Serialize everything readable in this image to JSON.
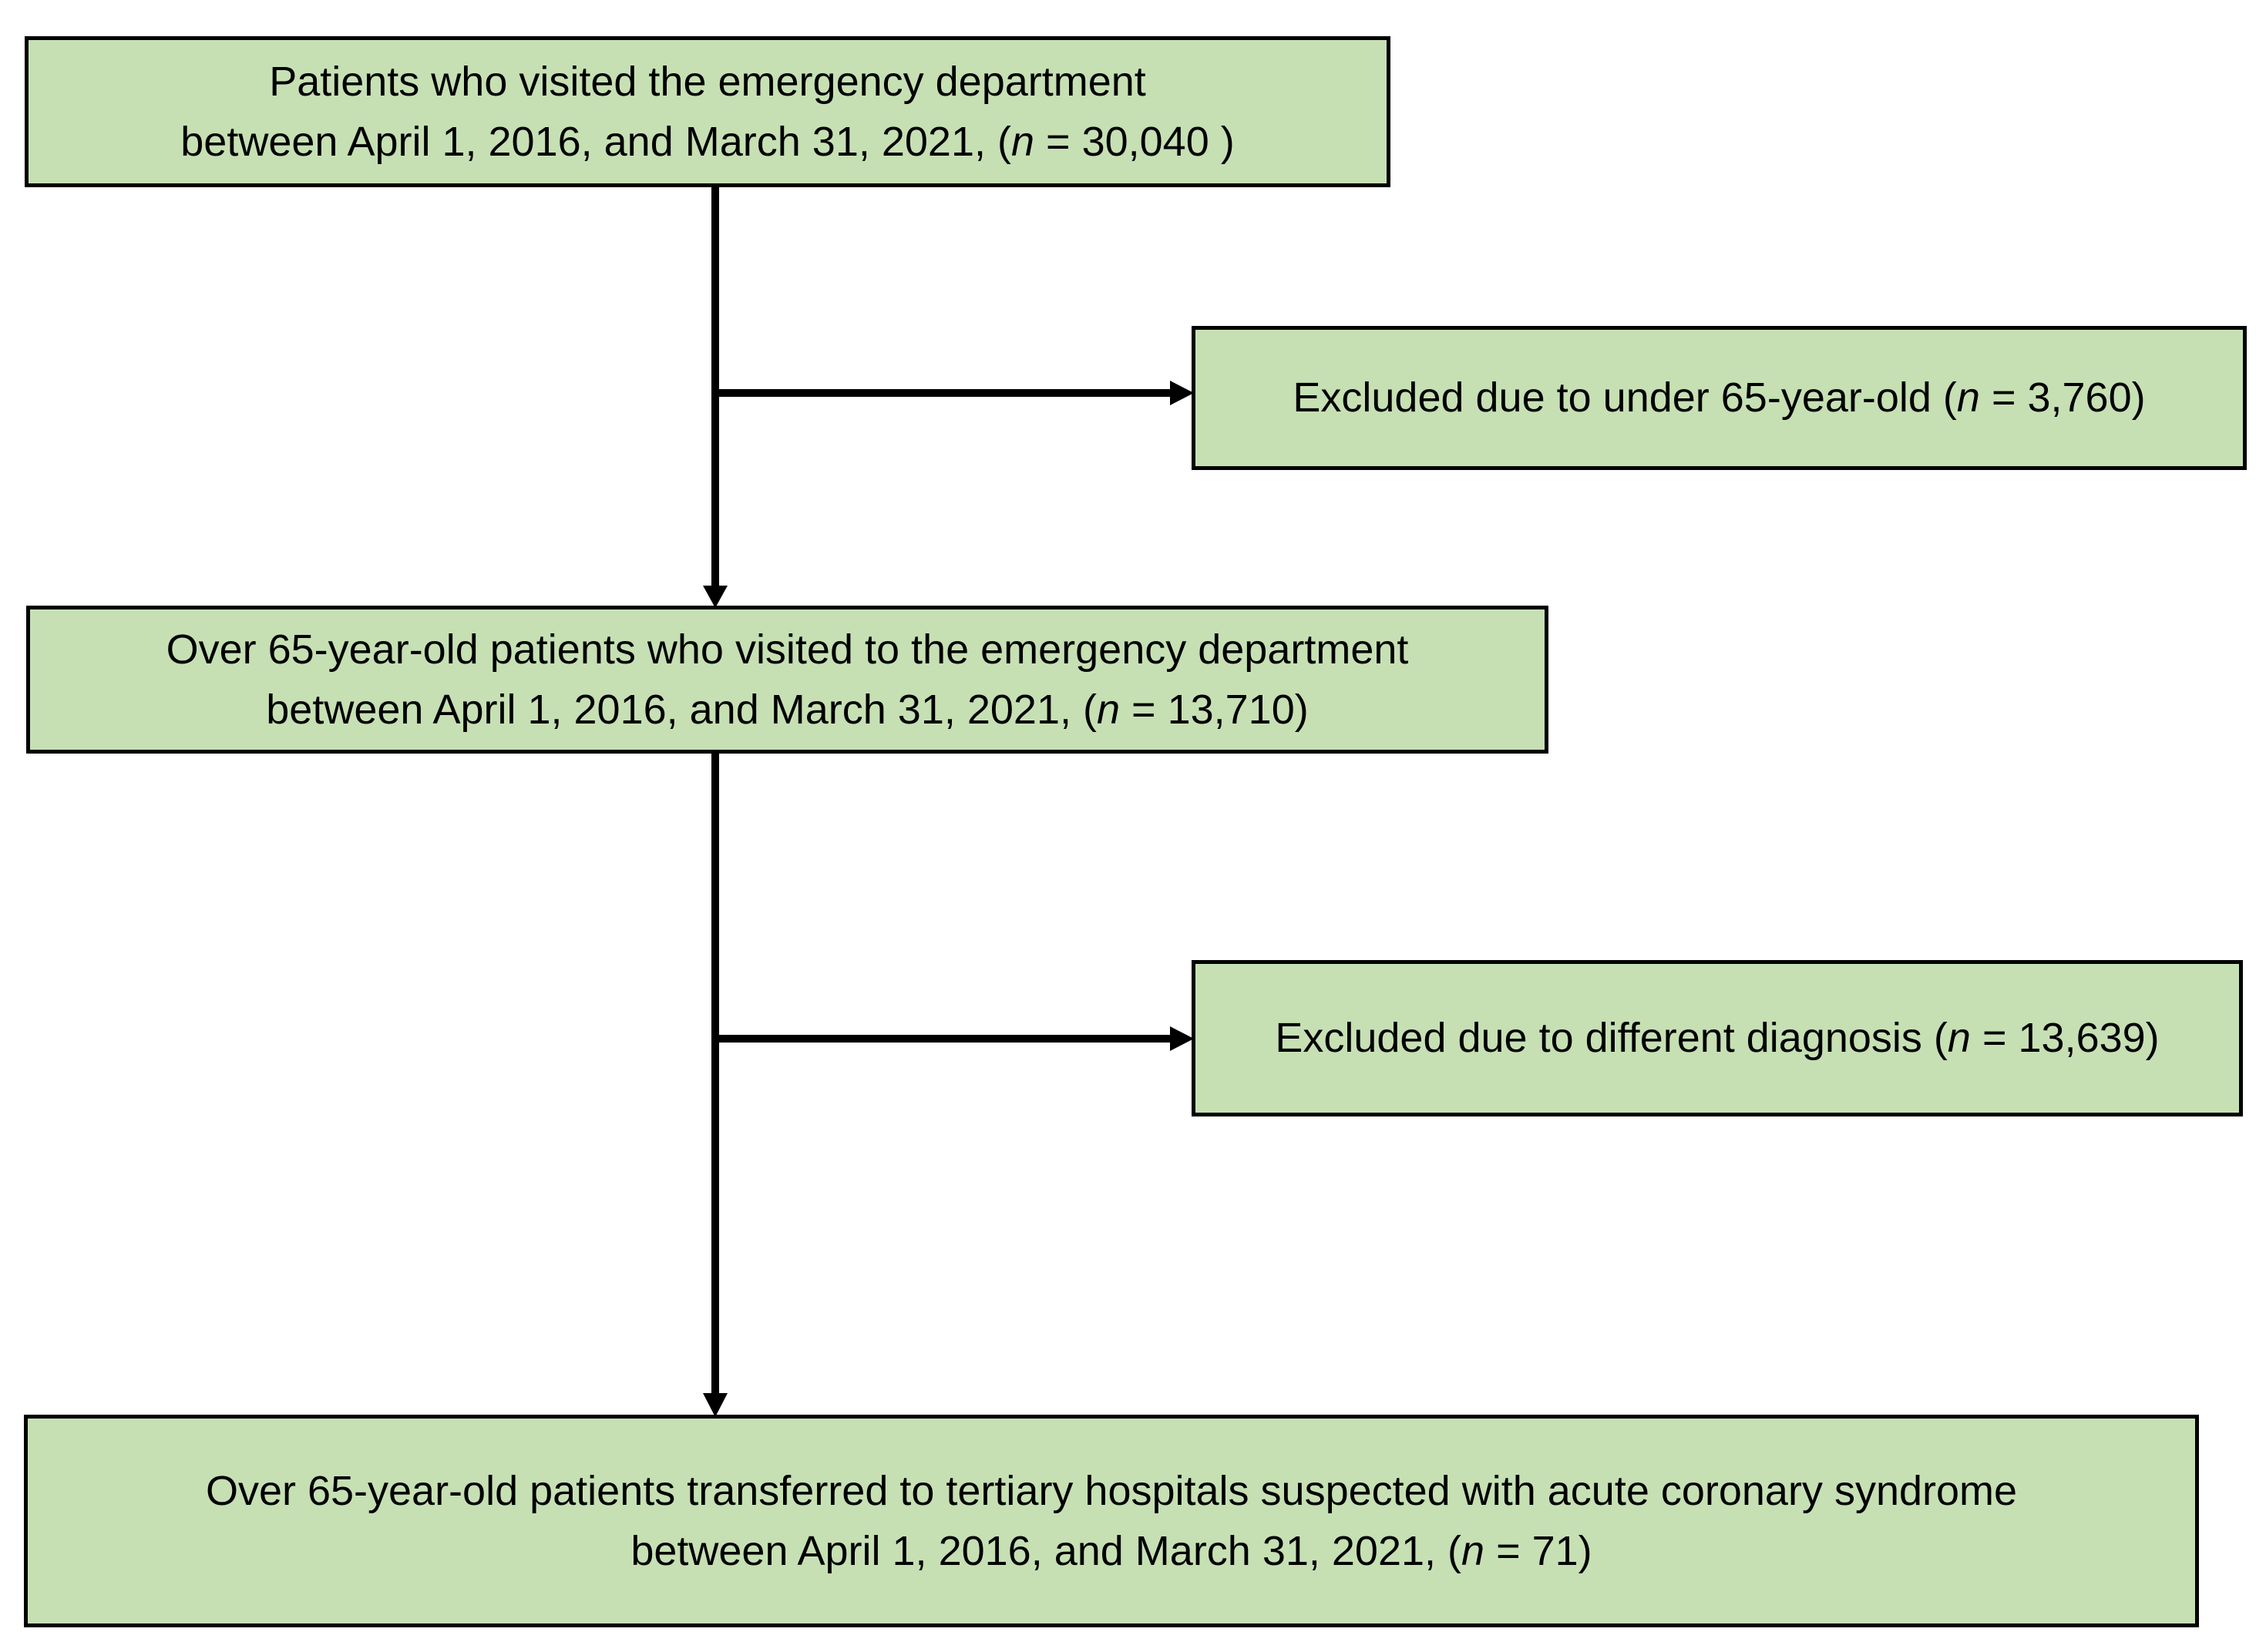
{
  "colors": {
    "box_fill": "#c6e0b4",
    "box_border": "#000000",
    "arrow": "#000000",
    "text": "#000000",
    "background": "#ffffff"
  },
  "boxes": [
    {
      "id": "ed-visits",
      "line1": "Patients who visited the emergency department",
      "line2_pre": "between April 1, 2016, and March 31, 2021, (",
      "n_symbol": "n",
      "line2_post": " = 30,040 )"
    },
    {
      "id": "excluded-under-65",
      "pre": "Excluded due to under 65-year-old (",
      "n_symbol": "n",
      "post": " = 3,760)"
    },
    {
      "id": "over-65-visits",
      "line1": "Over 65-year-old patients who visited to the emergency department",
      "line2_pre": "between April 1, 2016, and March 31, 2021, (",
      "n_symbol": "n",
      "line2_post": " = 13,710)"
    },
    {
      "id": "excluded-different-diagnosis",
      "pre": "Excluded due to different diagnosis (",
      "n_symbol": "n",
      "post": " = 13,639)"
    },
    {
      "id": "transferred-acs",
      "line1": "Over 65-year-old patients transferred to tertiary hospitals suspected with acute coronary syndrome",
      "line2_pre": "between April 1, 2016, and March 31, 2021, (",
      "n_symbol": "n",
      "line2_post": " = 71)"
    }
  ]
}
